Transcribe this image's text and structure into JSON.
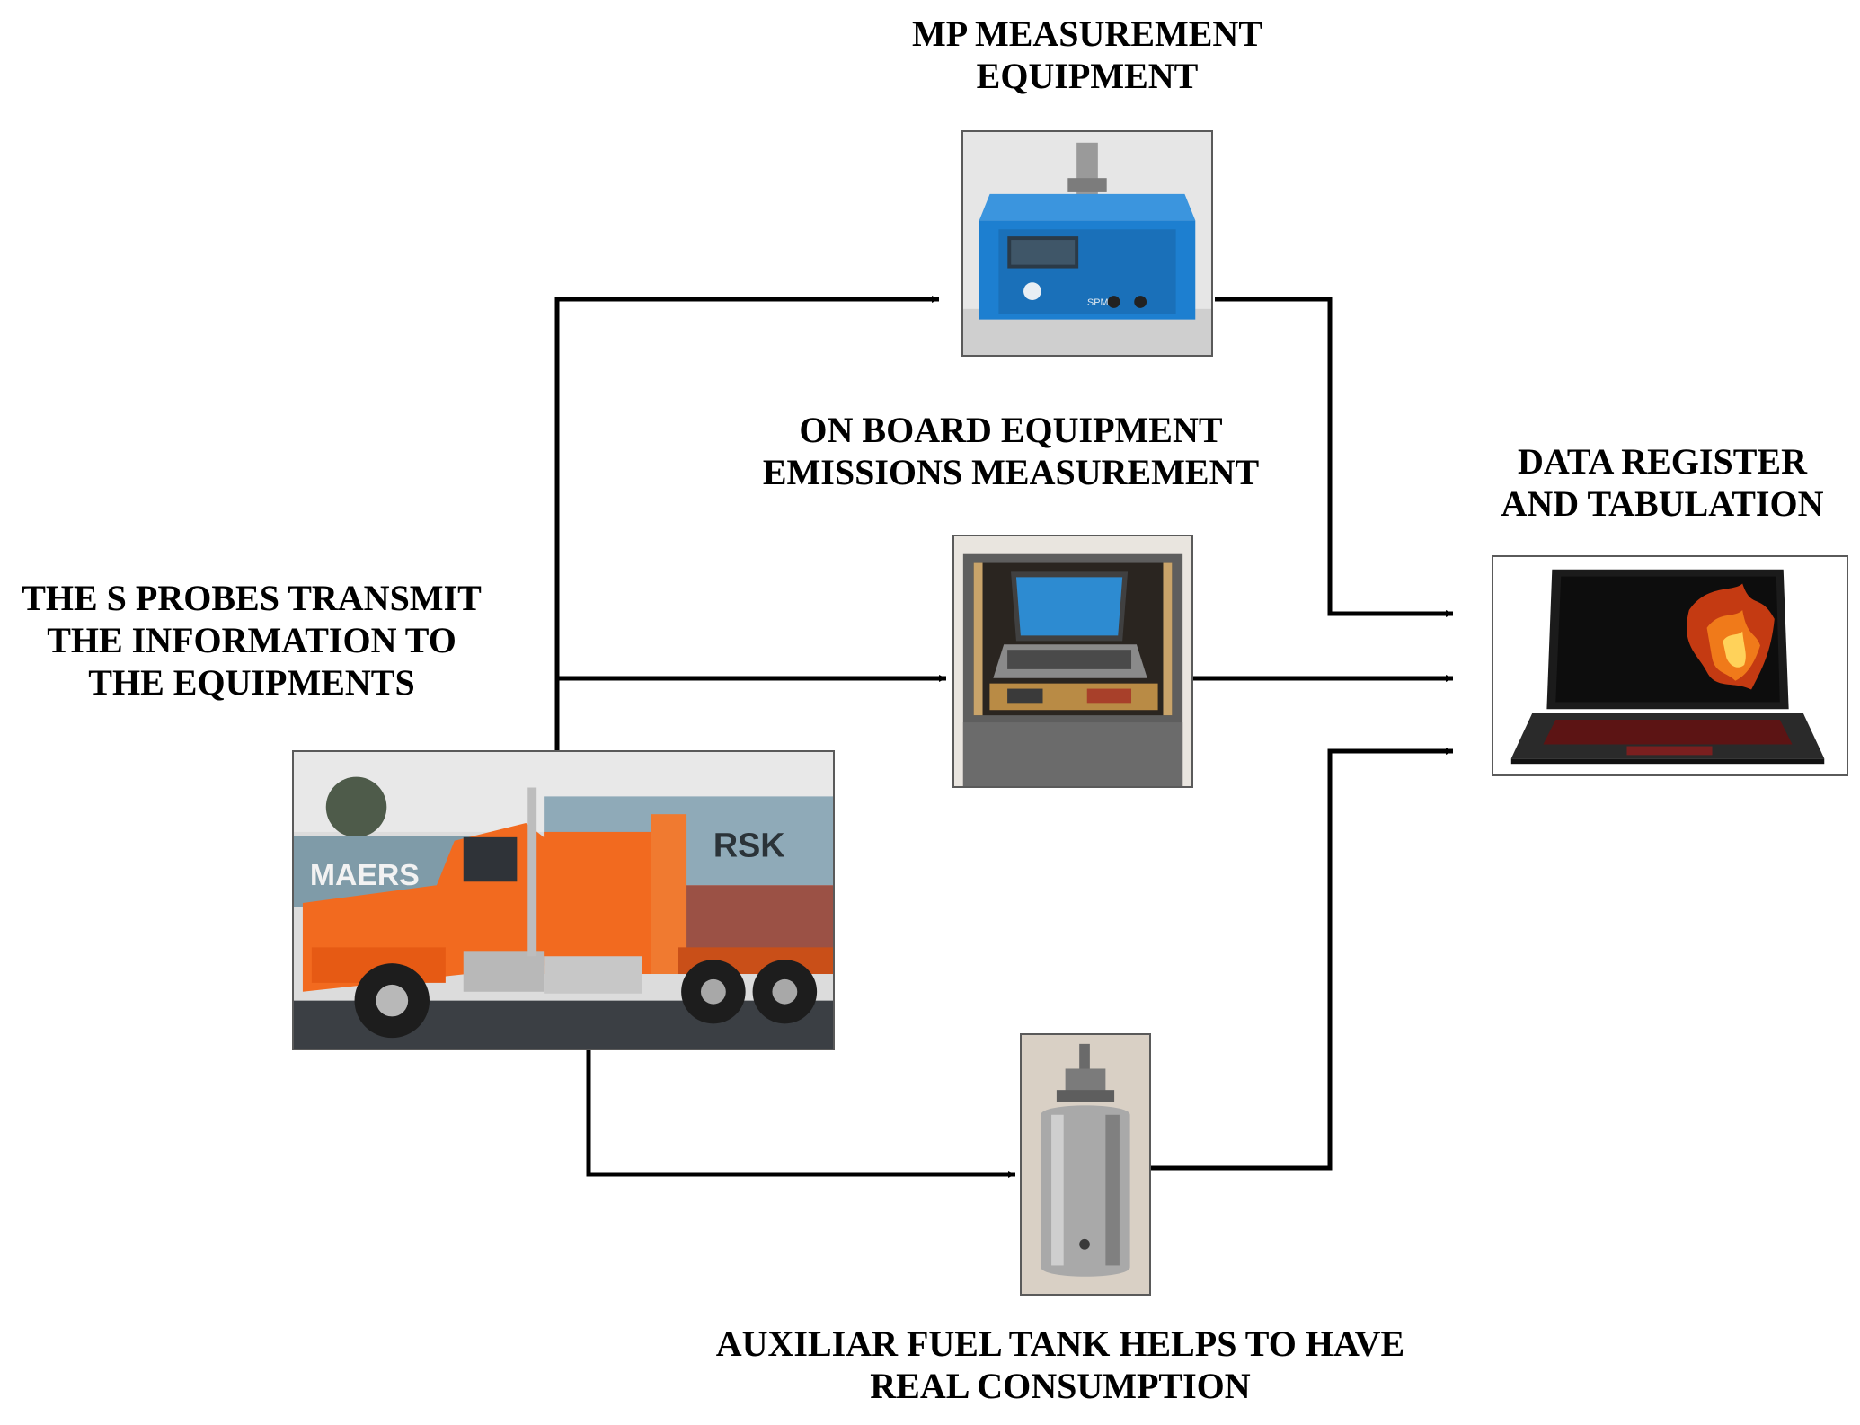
{
  "labels": {
    "mp": [
      "MP MEASUREMENT",
      "EQUIPMENT"
    ],
    "onboard": [
      "ON BOARD EQUIPMENT",
      "EMISSIONS MEASUREMENT"
    ],
    "data": [
      "DATA REGISTER",
      "AND TABULATION"
    ],
    "probes": [
      "THE S PROBES TRANSMIT",
      "THE INFORMATION TO",
      "THE EQUIPMENTS"
    ],
    "tank": [
      "AUXILIAR FUEL TANK HELPS TO HAVE",
      "REAL CONSUMPTION"
    ]
  },
  "photos": {
    "mp_device_text": "SPM-I",
    "truck_container_left": "MAERS",
    "truck_container_right": "RSK"
  },
  "colors": {
    "arrow": "#000000",
    "truck": "#f26a1f",
    "device_blue": "#1d7fd0",
    "case": "#6b6b6b",
    "tank_metal": "#a9a9a9",
    "laptop_screen": "#c43a12"
  }
}
